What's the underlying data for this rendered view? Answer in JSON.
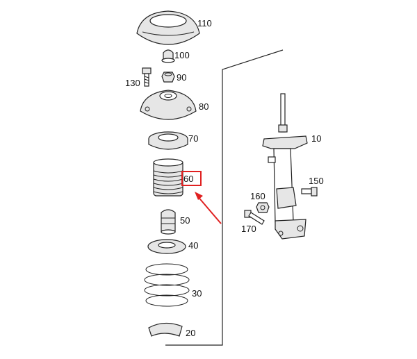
{
  "labels": {
    "p110": "110",
    "p100": "100",
    "p90": "90",
    "p130": "130",
    "p80": "80",
    "p70": "70",
    "p60": "60",
    "p50": "50",
    "p40": "40",
    "p30": "30",
    "p20": "20",
    "p10": "10",
    "p150": "150",
    "p160": "160",
    "p170": "170"
  },
  "highlight": {
    "color": "#e02020"
  },
  "icons": [
    "top-mount-cover-icon",
    "bump-cap-icon",
    "nut-icon",
    "bolt-icon",
    "strut-mount-icon",
    "bearing-icon",
    "dust-boot-icon",
    "bump-stop-icon",
    "spring-seat-icon",
    "coil-spring-icon",
    "lower-seat-icon",
    "shock-absorber-icon",
    "screw-icon"
  ]
}
